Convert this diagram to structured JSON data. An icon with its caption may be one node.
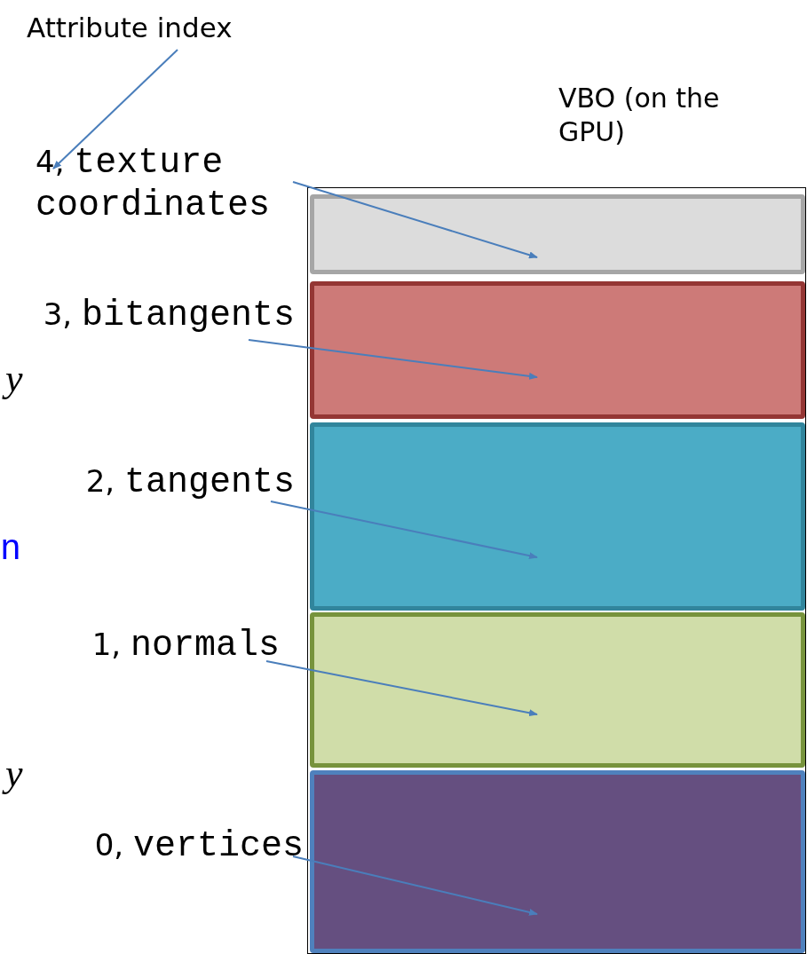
{
  "diagram": {
    "nodes": [
      {
        "text": [
          "Attribute index"
        ]
      },
      {
        "text": [
          "VBO (on the GPU)"
        ]
      },
      {
        "text": [],
        "shape": "box",
        "in": 1
      },
      {
        "text": [],
        "shape": "box",
        "in": 1
      },
      {
        "text": [],
        "shape": "box",
        "in": 1
      },
      {
        "text": [],
        "shape": "box",
        "in": 1
      },
      {
        "text": [],
        "shape": "box",
        "in": 1
      },
      {
        "text": [
          "4, texture coordinates"
        ]
      },
      {
        "text": [
          "3, bitangents"
        ]
      },
      {
        "text": [
          "2, tangents"
        ]
      },
      {
        "text": [
          "1, normals"
        ]
      },
      {
        "text": [
          "0, vertices"
        ]
      }
    ],
    "edges": [
      {
        "from": 0,
        "to": 7,
        "arrow": "to"
      },
      {
        "from": 7,
        "to": 2,
        "arrow": "to"
      },
      {
        "from": 8,
        "to": 3,
        "arrow": "to"
      },
      {
        "from": 9,
        "to": 4,
        "arrow": "to"
      },
      {
        "from": 10,
        "to": 5,
        "arrow": "to"
      },
      {
        "from": 11,
        "to": 6,
        "arrow": "to"
      }
    ],
    "labels": [
      "y",
      "n",
      "y"
    ]
  }
}
